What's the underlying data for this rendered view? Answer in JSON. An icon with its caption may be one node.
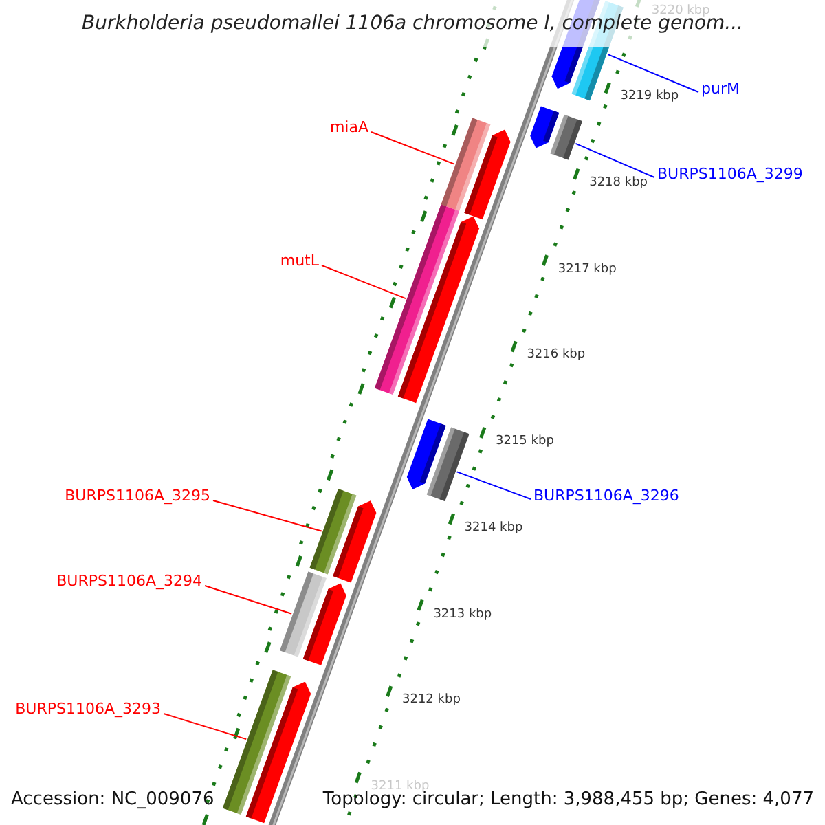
{
  "diagram": {
    "title": "Burkholderia pseudomallei 1106a chromosome I, complete genom...",
    "nodes": [
      {
        "text": [
          "purM"
        ]
      },
      {
        "text": [],
        "shape": "bar"
      },
      {
        "text": [
          "BURPS1106A_3299"
        ]
      },
      {
        "text": [],
        "shape": "bar"
      },
      {
        "text": [
          "miaA"
        ]
      },
      {
        "text": [],
        "shape": "bar"
      },
      {
        "text": [
          "mutL"
        ]
      },
      {
        "text": [],
        "shape": "bar"
      },
      {
        "text": [
          "BURPS1106A_3296"
        ]
      },
      {
        "text": [],
        "shape": "bar"
      },
      {
        "text": [
          "BURPS1106A_3295"
        ]
      },
      {
        "text": [],
        "shape": "bar"
      },
      {
        "text": [
          "BURPS1106A_3294"
        ]
      },
      {
        "text": [],
        "shape": "bar"
      },
      {
        "text": [
          "BURPS1106A_3293"
        ]
      },
      {
        "text": [],
        "shape": "bar"
      },
      {
        "text": [],
        "shape": "bar"
      },
      {
        "text": [],
        "shape": "bar"
      },
      {
        "text": [],
        "shape": "bar"
      },
      {
        "text": [],
        "shape": "bar"
      },
      {
        "text": [],
        "shape": "bar"
      },
      {
        "text": [],
        "shape": "bar"
      },
      {
        "text": [],
        "shape": "bar"
      },
      {
        "text": [],
        "shape": "bar"
      }
    ],
    "edges": [
      {
        "from": 0,
        "to": 1,
        "arrow": "none",
        "color": "#0000ff"
      },
      {
        "from": 2,
        "to": 3,
        "arrow": "none",
        "color": "#0000ff"
      },
      {
        "from": 4,
        "to": 5,
        "arrow": "none",
        "color": "#ff0000"
      },
      {
        "from": 6,
        "to": 7,
        "arrow": "none",
        "color": "#ff0000"
      },
      {
        "from": 8,
        "to": 9,
        "arrow": "none",
        "color": "#0000ff"
      },
      {
        "from": 10,
        "to": 11,
        "arrow": "none",
        "color": "#ff0000"
      },
      {
        "from": 12,
        "to": 13,
        "arrow": "none",
        "color": "#ff0000"
      },
      {
        "from": 14,
        "to": 15,
        "arrow": "none",
        "color": "#ff0000"
      }
    ],
    "labels": [
      "3220 kbp",
      "3219 kbp",
      "3218 kbp",
      "3217 kbp",
      "3216 kbp",
      "3215 kbp",
      "3214 kbp",
      "3213 kbp",
      "3212 kbp",
      "3211 kbp",
      "Accession: NC_009076",
      "Topology: circular; Length: 3,988,455 bp; Genes: 4,077"
    ]
  }
}
